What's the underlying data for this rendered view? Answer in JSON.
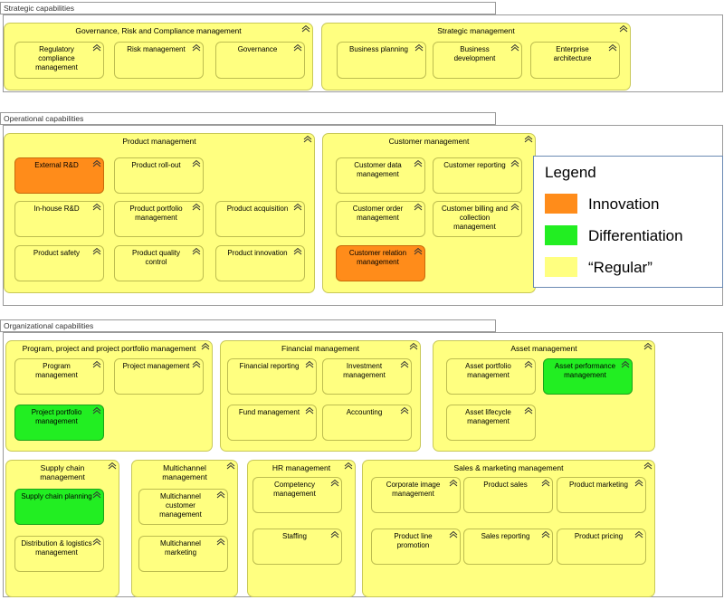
{
  "icon": "chevron-up-icon",
  "colors": {
    "regular": "#ffff80",
    "innovation": "#ff8c1a",
    "differentiation": "#22ee22"
  },
  "legend": {
    "title": "Legend",
    "items": [
      {
        "label": "Innovation",
        "color": "#ff8c1a"
      },
      {
        "label": "Differentiation",
        "color": "#22ee22"
      },
      {
        "label": "“Regular”",
        "color": "#ffff80"
      }
    ]
  },
  "layers": [
    {
      "name": "Strategic capabilities",
      "groups": [
        {
          "title": "Governance, Risk and Compliance management",
          "caps": [
            {
              "label": "Regulatory compliance management",
              "kind": "regular"
            },
            {
              "label": "Risk management",
              "kind": "regular"
            },
            {
              "label": "Governance",
              "kind": "regular"
            }
          ]
        },
        {
          "title": "Strategic management",
          "caps": [
            {
              "label": "Business planning",
              "kind": "regular"
            },
            {
              "label": "Business development",
              "kind": "regular"
            },
            {
              "label": "Enterprise architecture",
              "kind": "regular"
            }
          ]
        }
      ]
    },
    {
      "name": "Operational capabilities",
      "groups": [
        {
          "title": "Product management",
          "caps": [
            {
              "label": "External R&D",
              "kind": "innovation"
            },
            {
              "label": "Product roll-out",
              "kind": "regular"
            },
            {
              "label": "In-house R&D",
              "kind": "regular"
            },
            {
              "label": "Product portfolio management",
              "kind": "regular"
            },
            {
              "label": "Product acquisition",
              "kind": "regular"
            },
            {
              "label": "Product safety",
              "kind": "regular"
            },
            {
              "label": "Product quality control",
              "kind": "regular"
            },
            {
              "label": "Product innovation",
              "kind": "regular"
            }
          ]
        },
        {
          "title": "Customer management",
          "caps": [
            {
              "label": "Customer data management",
              "kind": "regular"
            },
            {
              "label": "Customer reporting",
              "kind": "regular"
            },
            {
              "label": "Customer order management",
              "kind": "regular"
            },
            {
              "label": "Customer billing and collection management",
              "kind": "regular"
            },
            {
              "label": "Customer relation management",
              "kind": "innovation"
            }
          ]
        }
      ]
    },
    {
      "name": "Organizational capabilities",
      "groups": [
        {
          "title": "Program, project and project portfolio management",
          "caps": [
            {
              "label": "Program management",
              "kind": "regular"
            },
            {
              "label": "Project management",
              "kind": "regular"
            },
            {
              "label": "Project portfolio management",
              "kind": "differentiation"
            }
          ]
        },
        {
          "title": "Financial management",
          "caps": [
            {
              "label": "Financial reporting",
              "kind": "regular"
            },
            {
              "label": "Investment management",
              "kind": "regular"
            },
            {
              "label": "Fund management",
              "kind": "regular"
            },
            {
              "label": "Accounting",
              "kind": "regular"
            }
          ]
        },
        {
          "title": "Asset management",
          "caps": [
            {
              "label": "Asset portfolio management",
              "kind": "regular"
            },
            {
              "label": "Asset performance management",
              "kind": "differentiation"
            },
            {
              "label": "Asset lifecycle management",
              "kind": "regular"
            }
          ]
        },
        {
          "title": "Supply chain  management",
          "caps": [
            {
              "label": "Supply chain planning",
              "kind": "differentiation"
            },
            {
              "label": "Distribution & logistics management",
              "kind": "regular"
            }
          ]
        },
        {
          "title": "Multichannel management",
          "caps": [
            {
              "label": "Multichannel customer management",
              "kind": "regular"
            },
            {
              "label": "Multichannel marketing",
              "kind": "regular"
            }
          ]
        },
        {
          "title": "HR management",
          "caps": [
            {
              "label": "Competency management",
              "kind": "regular"
            },
            {
              "label": "Staffing",
              "kind": "regular"
            }
          ]
        },
        {
          "title": "Sales & marketing management",
          "caps": [
            {
              "label": "Corporate image management",
              "kind": "regular"
            },
            {
              "label": "Product sales",
              "kind": "regular"
            },
            {
              "label": "Product marketing",
              "kind": "regular"
            },
            {
              "label": "Product line promotion",
              "kind": "regular"
            },
            {
              "label": "Sales reporting",
              "kind": "regular"
            },
            {
              "label": "Product pricing",
              "kind": "regular"
            }
          ]
        }
      ]
    }
  ]
}
